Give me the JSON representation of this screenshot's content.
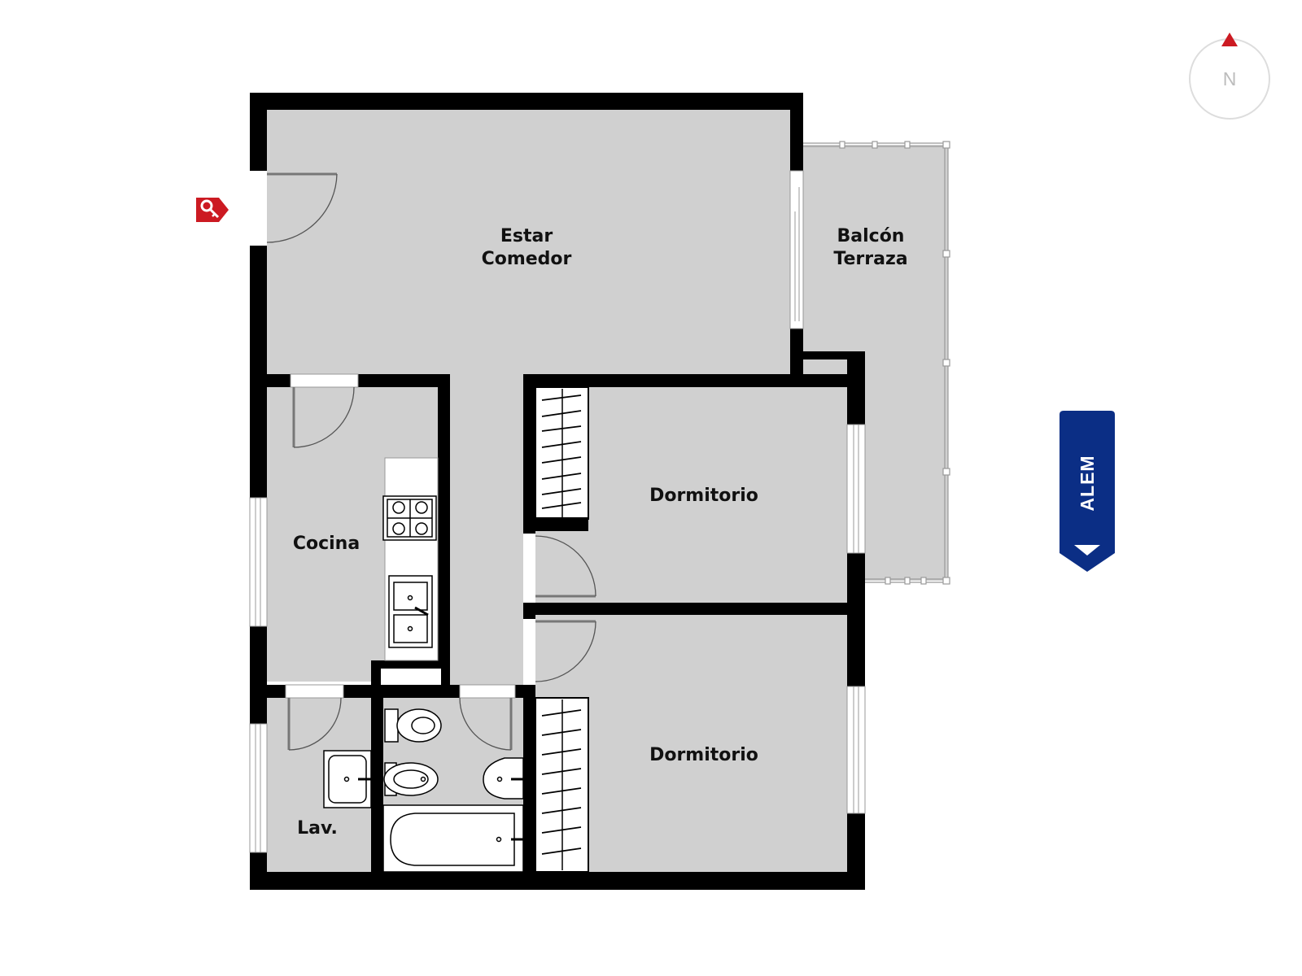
{
  "plan": {
    "rooms": {
      "estar_line1": "Estar",
      "estar_line2": "Comedor",
      "balcon_line1": "Balcón",
      "balcon_line2": "Terraza",
      "cocina": "Cocina",
      "dormitorio_1": "Dormitorio",
      "dormitorio_2": "Dormitorio",
      "lavadero": "Lav."
    },
    "compass": {
      "label": "N"
    },
    "street": {
      "label": "ALEM"
    },
    "entrance": {
      "icon": "key-icon"
    }
  },
  "colors": {
    "wall": "#000000",
    "floor": "#d0d0d0",
    "background": "#ffffff",
    "entrance_marker": "#cc1a22",
    "compass_arrow": "#cc1a22",
    "compass_ring": "#dddddd",
    "street_banner": "#0b2e85"
  }
}
